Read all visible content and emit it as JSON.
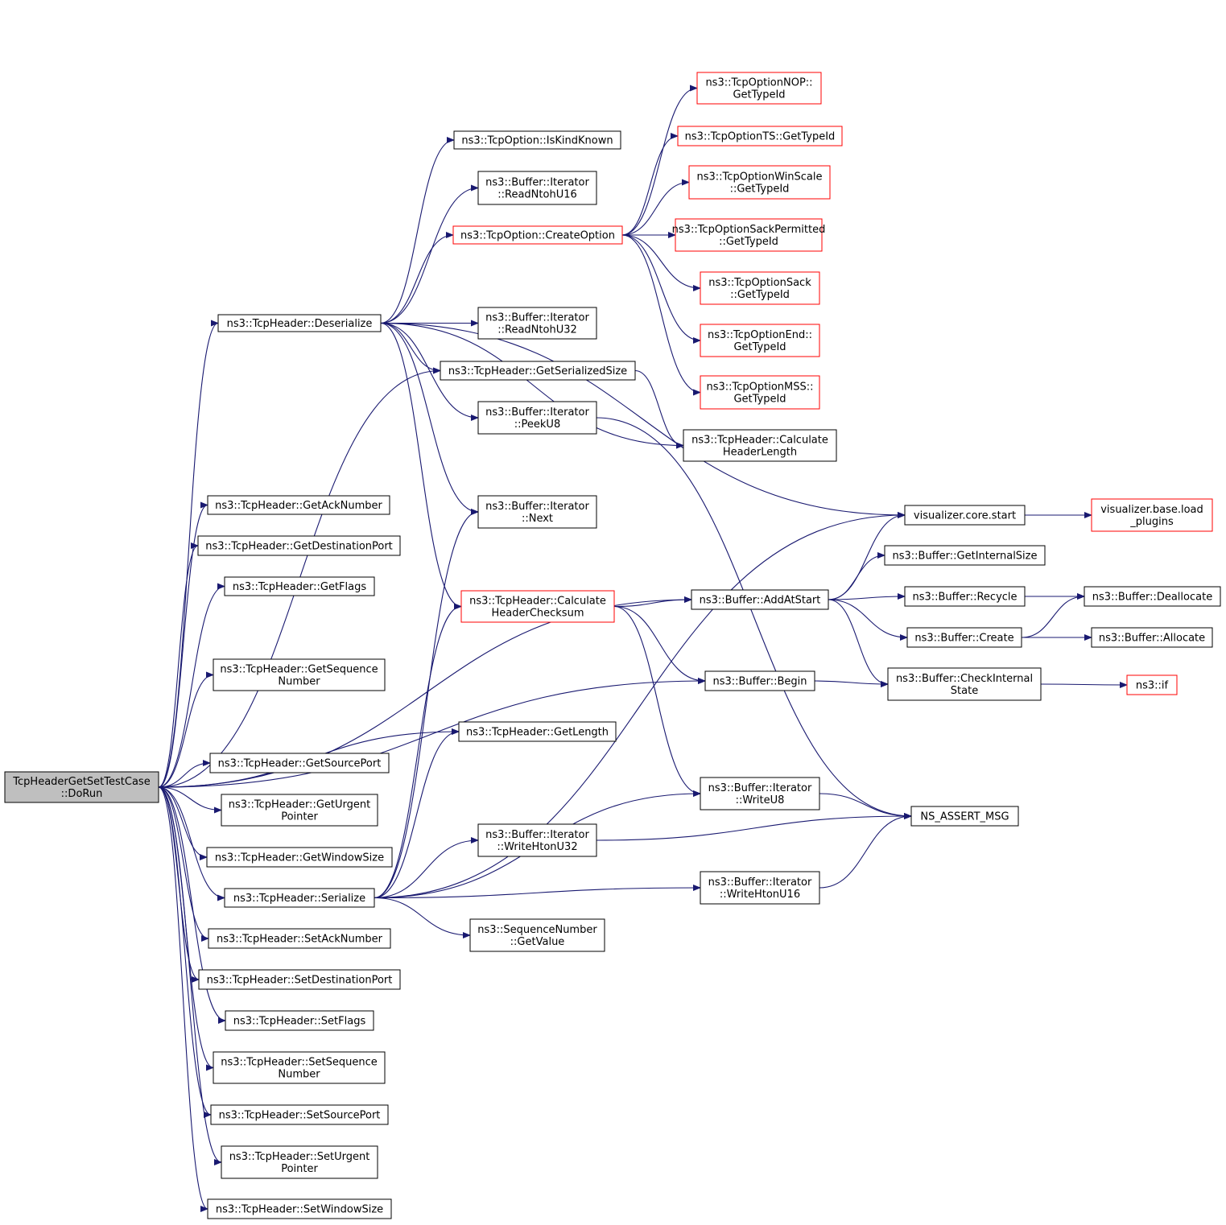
{
  "colors": {
    "edge": "#191970",
    "box_border": "#000000",
    "box_border_red": "#ff0000",
    "root_fill": "#bfbfbf",
    "box_fill": "#ffffff"
  },
  "nodes": {
    "dorun": {
      "lines": [
        "TcpHeaderGetSetTestCase",
        "::DoRun"
      ],
      "style": "root"
    },
    "deserialize": {
      "lines": [
        "ns3::TcpHeader::Deserialize"
      ],
      "style": "normal"
    },
    "iskindknown": {
      "lines": [
        "ns3::TcpOption::IsKindKnown"
      ],
      "style": "normal"
    },
    "readntohu16": {
      "lines": [
        "ns3::Buffer::Iterator",
        "::ReadNtohU16"
      ],
      "style": "normal"
    },
    "createoption": {
      "lines": [
        "ns3::TcpOption::CreateOption"
      ],
      "style": "red"
    },
    "readntohu32": {
      "lines": [
        "ns3::Buffer::Iterator",
        "::ReadNtohU32"
      ],
      "style": "normal"
    },
    "getserializedsize": {
      "lines": [
        "ns3::TcpHeader::GetSerializedSize"
      ],
      "style": "normal"
    },
    "peeku8": {
      "lines": [
        "ns3::Buffer::Iterator",
        "::PeekU8"
      ],
      "style": "normal"
    },
    "nop": {
      "lines": [
        "ns3::TcpOptionNOP::",
        "GetTypeId"
      ],
      "style": "red"
    },
    "ts": {
      "lines": [
        "ns3::TcpOptionTS::GetTypeId"
      ],
      "style": "red"
    },
    "winscale": {
      "lines": [
        "ns3::TcpOptionWinScale",
        "::GetTypeId"
      ],
      "style": "red"
    },
    "sackperm": {
      "lines": [
        "ns3::TcpOptionSackPermitted",
        "::GetTypeId"
      ],
      "style": "red"
    },
    "sack": {
      "lines": [
        "ns3::TcpOptionSack",
        "::GetTypeId"
      ],
      "style": "red"
    },
    "end": {
      "lines": [
        "ns3::TcpOptionEnd::",
        "GetTypeId"
      ],
      "style": "red"
    },
    "mss": {
      "lines": [
        "ns3::TcpOptionMSS::",
        "GetTypeId"
      ],
      "style": "red"
    },
    "calchdrlen": {
      "lines": [
        "ns3::TcpHeader::Calculate",
        "HeaderLength"
      ],
      "style": "normal"
    },
    "getacknumber": {
      "lines": [
        "ns3::TcpHeader::GetAckNumber"
      ],
      "style": "normal"
    },
    "getdestport": {
      "lines": [
        "ns3::TcpHeader::GetDestinationPort"
      ],
      "style": "normal"
    },
    "getflags": {
      "lines": [
        "ns3::TcpHeader::GetFlags"
      ],
      "style": "normal"
    },
    "getseqnumber": {
      "lines": [
        "ns3::TcpHeader::GetSequence",
        "Number"
      ],
      "style": "normal"
    },
    "getsourceport": {
      "lines": [
        "ns3::TcpHeader::GetSourcePort"
      ],
      "style": "normal"
    },
    "geturgentptr": {
      "lines": [
        "ns3::TcpHeader::GetUrgent",
        "Pointer"
      ],
      "style": "normal"
    },
    "getwindowsize": {
      "lines": [
        "ns3::TcpHeader::GetWindowSize"
      ],
      "style": "normal"
    },
    "serialize": {
      "lines": [
        "ns3::TcpHeader::Serialize"
      ],
      "style": "normal"
    },
    "setacknumber": {
      "lines": [
        "ns3::TcpHeader::SetAckNumber"
      ],
      "style": "normal"
    },
    "setdestport": {
      "lines": [
        "ns3::TcpHeader::SetDestinationPort"
      ],
      "style": "normal"
    },
    "setflags": {
      "lines": [
        "ns3::TcpHeader::SetFlags"
      ],
      "style": "normal"
    },
    "setseqnumber": {
      "lines": [
        "ns3::TcpHeader::SetSequence",
        "Number"
      ],
      "style": "normal"
    },
    "setsourceport": {
      "lines": [
        "ns3::TcpHeader::SetSourcePort"
      ],
      "style": "normal"
    },
    "seturgentptr": {
      "lines": [
        "ns3::TcpHeader::SetUrgent",
        "Pointer"
      ],
      "style": "normal"
    },
    "setwindowsize": {
      "lines": [
        "ns3::TcpHeader::SetWindowSize"
      ],
      "style": "normal"
    },
    "next": {
      "lines": [
        "ns3::Buffer::Iterator",
        "::Next"
      ],
      "style": "normal"
    },
    "calcchecksum": {
      "lines": [
        "ns3::TcpHeader::Calculate",
        "HeaderChecksum"
      ],
      "style": "red"
    },
    "getlength": {
      "lines": [
        "ns3::TcpHeader::GetLength"
      ],
      "style": "normal"
    },
    "writeu8": {
      "lines": [
        "ns3::Buffer::Iterator",
        "::WriteU8"
      ],
      "style": "normal"
    },
    "writehtonu32": {
      "lines": [
        "ns3::Buffer::Iterator",
        "::WriteHtonU32"
      ],
      "style": "normal"
    },
    "writehtonu16": {
      "lines": [
        "ns3::Buffer::Iterator",
        "::WriteHtonU16"
      ],
      "style": "normal"
    },
    "seqgetvalue": {
      "lines": [
        "ns3::SequenceNumber",
        "::GetValue"
      ],
      "style": "normal"
    },
    "addatstart": {
      "lines": [
        "ns3::Buffer::AddAtStart"
      ],
      "style": "normal"
    },
    "begin": {
      "lines": [
        "ns3::Buffer::Begin"
      ],
      "style": "normal"
    },
    "vizstart": {
      "lines": [
        "visualizer.core.start"
      ],
      "style": "normal"
    },
    "getinternalsize": {
      "lines": [
        "ns3::Buffer::GetInternalSize"
      ],
      "style": "normal"
    },
    "recycle": {
      "lines": [
        "ns3::Buffer::Recycle"
      ],
      "style": "normal"
    },
    "create": {
      "lines": [
        "ns3::Buffer::Create"
      ],
      "style": "normal"
    },
    "checkinternal": {
      "lines": [
        "ns3::Buffer::CheckInternal",
        "State"
      ],
      "style": "normal"
    },
    "nsassert": {
      "lines": [
        "NS_ASSERT_MSG"
      ],
      "style": "normal"
    },
    "loadplugins": {
      "lines": [
        "visualizer.base.load",
        "_plugins"
      ],
      "style": "red"
    },
    "deallocate": {
      "lines": [
        "ns3::Buffer::Deallocate"
      ],
      "style": "normal"
    },
    "allocate": {
      "lines": [
        "ns3::Buffer::Allocate"
      ],
      "style": "normal"
    },
    "nsif": {
      "lines": [
        "ns3::if"
      ],
      "style": "red"
    }
  },
  "edges": [
    [
      "dorun",
      "deserialize"
    ],
    [
      "dorun",
      "getserializedsize"
    ],
    [
      "dorun",
      "addatstart"
    ],
    [
      "dorun",
      "begin"
    ],
    [
      "dorun",
      "getacknumber"
    ],
    [
      "dorun",
      "getdestport"
    ],
    [
      "dorun",
      "getflags"
    ],
    [
      "dorun",
      "getseqnumber"
    ],
    [
      "dorun",
      "getlength"
    ],
    [
      "dorun",
      "getsourceport"
    ],
    [
      "dorun",
      "geturgentptr"
    ],
    [
      "dorun",
      "getwindowsize"
    ],
    [
      "dorun",
      "serialize"
    ],
    [
      "dorun",
      "setacknumber"
    ],
    [
      "dorun",
      "setdestport"
    ],
    [
      "dorun",
      "setflags"
    ],
    [
      "dorun",
      "setseqnumber"
    ],
    [
      "dorun",
      "setsourceport"
    ],
    [
      "dorun",
      "seturgentptr"
    ],
    [
      "dorun",
      "setwindowsize"
    ],
    [
      "deserialize",
      "iskindknown"
    ],
    [
      "deserialize",
      "readntohu16"
    ],
    [
      "deserialize",
      "createoption"
    ],
    [
      "deserialize",
      "readntohu32"
    ],
    [
      "deserialize",
      "getserializedsize"
    ],
    [
      "deserialize",
      "peeku8"
    ],
    [
      "deserialize",
      "next"
    ],
    [
      "deserialize",
      "calcchecksum"
    ],
    [
      "deserialize",
      "calchdrlen"
    ],
    [
      "deserialize",
      "vizstart"
    ],
    [
      "createoption",
      "nop"
    ],
    [
      "createoption",
      "ts"
    ],
    [
      "createoption",
      "winscale"
    ],
    [
      "createoption",
      "sackperm"
    ],
    [
      "createoption",
      "sack"
    ],
    [
      "createoption",
      "end"
    ],
    [
      "createoption",
      "mss"
    ],
    [
      "getserializedsize",
      "calchdrlen"
    ],
    [
      "peeku8",
      "nsassert"
    ],
    [
      "serialize",
      "next"
    ],
    [
      "serialize",
      "calcchecksum"
    ],
    [
      "serialize",
      "getlength"
    ],
    [
      "serialize",
      "writeu8"
    ],
    [
      "serialize",
      "writehtonu32"
    ],
    [
      "serialize",
      "writehtonu16"
    ],
    [
      "serialize",
      "seqgetvalue"
    ],
    [
      "serialize",
      "vizstart"
    ],
    [
      "calcchecksum",
      "addatstart"
    ],
    [
      "calcchecksum",
      "begin"
    ],
    [
      "calcchecksum",
      "writeu8"
    ],
    [
      "addatstart",
      "vizstart"
    ],
    [
      "addatstart",
      "getinternalsize"
    ],
    [
      "addatstart",
      "recycle"
    ],
    [
      "addatstart",
      "create"
    ],
    [
      "addatstart",
      "checkinternal"
    ],
    [
      "begin",
      "checkinternal"
    ],
    [
      "vizstart",
      "loadplugins"
    ],
    [
      "recycle",
      "deallocate"
    ],
    [
      "create",
      "deallocate"
    ],
    [
      "create",
      "allocate"
    ],
    [
      "checkinternal",
      "nsif"
    ],
    [
      "writeu8",
      "nsassert"
    ],
    [
      "writehtonu32",
      "nsassert"
    ],
    [
      "writehtonu16",
      "nsassert"
    ]
  ]
}
